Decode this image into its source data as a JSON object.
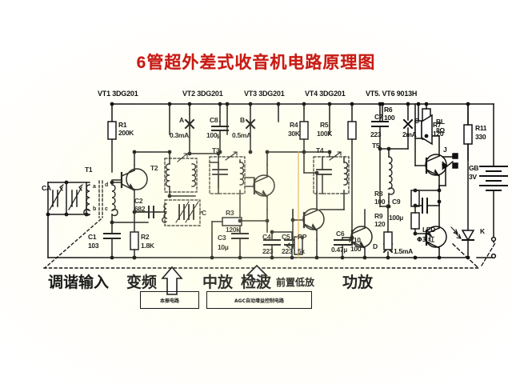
{
  "title": "6管超外差式收音机电路原理图",
  "title_color": "#c81a14",
  "transistor_headers": [
    {
      "label": "VT1 3DG201"
    },
    {
      "label": "VT2  3DG201"
    },
    {
      "label": "VT3  3DG201"
    },
    {
      "label": "VT4  3DG201"
    },
    {
      "label": "VT5. VT6  9013H"
    }
  ],
  "components": [
    {
      "name": "CA",
      "value": ""
    },
    {
      "name": "T1",
      "value": ""
    },
    {
      "name": "a",
      "value": ""
    },
    {
      "name": "b",
      "value": ""
    },
    {
      "name": "c",
      "value": ""
    },
    {
      "name": "d",
      "value": ""
    },
    {
      "name": "R1",
      "value": "200K"
    },
    {
      "name": "C1",
      "value": "103"
    },
    {
      "name": "C2",
      "value": "682"
    },
    {
      "name": "R2",
      "value": "1.8K"
    },
    {
      "name": "T2",
      "value": ""
    },
    {
      "name": "T3",
      "value": ""
    },
    {
      "name": "T4",
      "value": ""
    },
    {
      "name": "T5",
      "value": ""
    },
    {
      "name": "C",
      "value": ""
    },
    {
      "name": "C8",
      "value": "100µ"
    },
    {
      "name": "C3",
      "value": "10µ"
    },
    {
      "name": "R3",
      "value": "120k"
    },
    {
      "name": "C4",
      "value": "223"
    },
    {
      "name": "C5",
      "value": "223"
    },
    {
      "name": "RP",
      "value": "5k"
    },
    {
      "name": "R4",
      "value": "30K"
    },
    {
      "name": "R5",
      "value": "100K"
    },
    {
      "name": "C7",
      "value": "223"
    },
    {
      "name": "C6",
      "value": "0.47µ"
    },
    {
      "name": "R6",
      "value": "100"
    },
    {
      "name": "R7",
      "value": "120"
    },
    {
      "name": "R8",
      "value": "100"
    },
    {
      "name": "R9",
      "value": "120"
    },
    {
      "name": "R10",
      "value": "100"
    },
    {
      "name": "R11",
      "value": "330"
    },
    {
      "name": "C9",
      "value": "100µ"
    },
    {
      "name": "BL",
      "value": "8Ω"
    },
    {
      "name": "J",
      "value": ""
    },
    {
      "name": "GB",
      "value": "3V"
    },
    {
      "name": "LED",
      "value": "Φ3 红"
    },
    {
      "name": "K",
      "value": ""
    }
  ],
  "test_points": [
    {
      "id": "A",
      "current": "0.3mA"
    },
    {
      "id": "B",
      "current": "0.5mA"
    },
    {
      "id": "C",
      "current": "2mA"
    },
    {
      "id": "D",
      "current": "1.5mA"
    }
  ],
  "stage_labels": [
    {
      "text": "调谐输入",
      "size": "big"
    },
    {
      "text": "变频",
      "size": "big"
    },
    {
      "text": "中放",
      "size": "big"
    },
    {
      "text": "检波",
      "size": "big"
    },
    {
      "text": "前置低放",
      "size": "med"
    },
    {
      "text": "功放",
      "size": "big"
    }
  ],
  "callouts": [
    {
      "text": "本振电路"
    },
    {
      "text": "AGC自动增益控制电路"
    }
  ]
}
